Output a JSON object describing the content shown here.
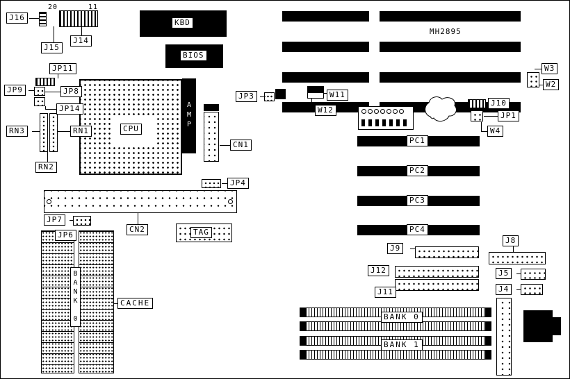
{
  "colors": {
    "ink": "#000000",
    "paper": "#ffffff"
  },
  "board": {
    "model": "MH2895",
    "pin_top_left": "20",
    "pin_top_right": "11"
  },
  "chips": {
    "kbd": "KBD",
    "bios": "BIOS",
    "cpu": "CPU",
    "amp": "AMP",
    "cache": "CACHE"
  },
  "slots": {
    "pc1": "PC1",
    "pc2": "PC2",
    "pc3": "PC3",
    "pc4": "PC4",
    "bank0": "BANK 0",
    "bank1": "BANK 1",
    "cache_bank": "BANK 0"
  },
  "jumpers": {
    "j16": "J16",
    "j15": "J15",
    "j14": "J14",
    "jp11": "JP11",
    "jp9": "JP9",
    "jp8": "JP8",
    "jp14": "JP14",
    "rn3": "RN3",
    "rn1": "RN1",
    "rn2": "RN2",
    "jp3": "JP3",
    "w11": "W11",
    "w12": "W12",
    "cn1": "CN1",
    "jp4": "JP4",
    "cn2": "CN2",
    "jp7": "JP7",
    "tag": "TAG",
    "jp6": "JP6",
    "w3": "W3",
    "w2": "W2",
    "j10": "J10",
    "jp1": "JP1",
    "w4": "W4",
    "j9": "J9",
    "j8": "J8",
    "j12": "J12",
    "j5": "J5",
    "j11": "J11",
    "j4": "J4"
  }
}
